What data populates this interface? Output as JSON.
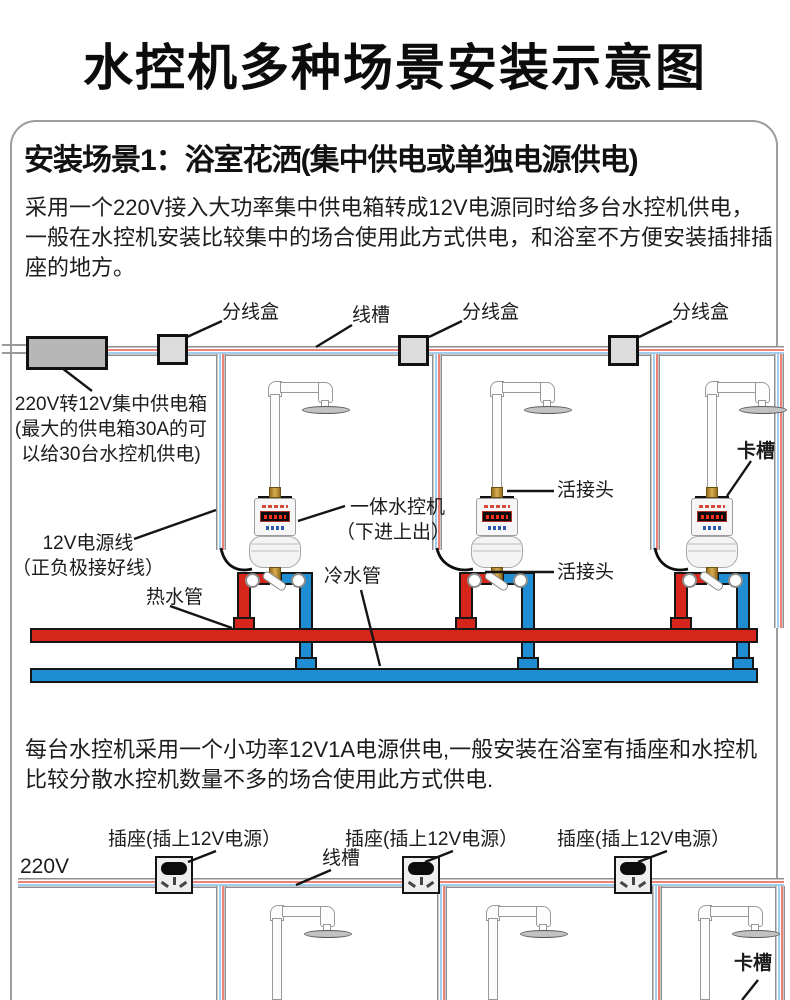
{
  "page": {
    "title": "水控机多种场景安装示意图"
  },
  "scene1": {
    "header": "安装场景1：浴室花洒(集中供电或单独电源供电)",
    "description": "采用一个220V接入大功率集中供电箱转成12V电源同时给多台水控机供电，一般在水控机安装比较集中的场合使用此方式供电，和浴室不方便安装插排插座的地方。",
    "labels": {
      "junction_box": "分线盒",
      "wire_trough": "线槽",
      "power_box": [
        "220V转12V集中供电箱",
        "(最大的供电箱30A的可",
        "以给30台水控机供电)"
      ],
      "clip_slot": "卡槽",
      "union_joint_top": "活接头",
      "union_joint_bottom": "活接头",
      "controller": [
        "一体水控机",
        "（下进上出）"
      ],
      "power_wire": [
        "12V电源线",
        "（正负极接好线）"
      ],
      "hot_pipe": "热水管",
      "cold_pipe": "冷水管"
    }
  },
  "scene2": {
    "description": "每台水控机采用一个小功率12V1A电源供电,一般安装在浴室有插座和水控机比较分散水控机数量不多的场合使用此方式供电.",
    "labels": {
      "socket": "插座(插上12V电源）",
      "mains": "220V",
      "wire_trough": "线槽",
      "clip_slot": "卡槽"
    }
  },
  "colors": {
    "hot_pipe": "#d6251b",
    "cold_pipe": "#1e8dd2",
    "wire_red": "#ef8177",
    "wire_blue": "#a3cdec"
  }
}
